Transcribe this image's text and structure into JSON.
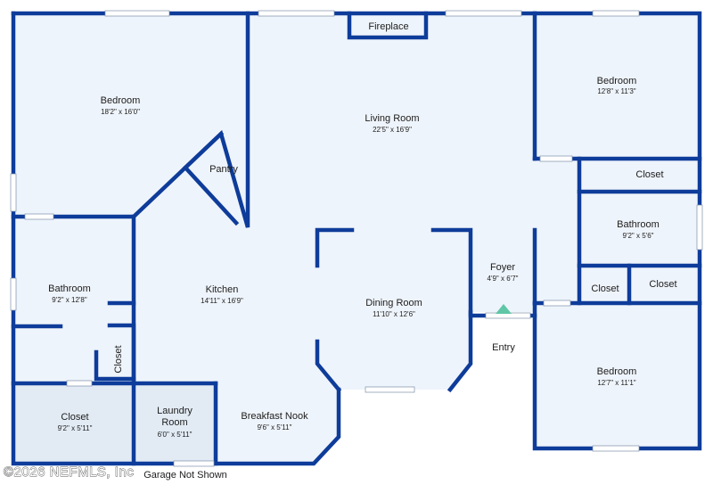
{
  "rooms": {
    "bedroom_nw": {
      "name": "Bedroom",
      "dims": "18'2\" x 16'0\""
    },
    "living_room": {
      "name": "Living Room",
      "dims": "22'5\" x 16'9\""
    },
    "fireplace": {
      "name": "Fireplace"
    },
    "bedroom_ne": {
      "name": "Bedroom",
      "dims": "12'8\" x 11'3\""
    },
    "pantry": {
      "name": "Pantry"
    },
    "closet_ne": {
      "name": "Closet"
    },
    "bathroom_e": {
      "name": "Bathroom",
      "dims": "9'2\" x 5'6\""
    },
    "bathroom_w": {
      "name": "Bathroom",
      "dims": "9'2\" x 12'8\""
    },
    "kitchen": {
      "name": "Kitchen",
      "dims": "14'11\" x 16'9\""
    },
    "foyer": {
      "name": "Foyer",
      "dims": "4'9\" x 6'7\""
    },
    "closet_e1": {
      "name": "Closet"
    },
    "closet_e2": {
      "name": "Closet"
    },
    "dining_room": {
      "name": "Dining Room",
      "dims": "11'10\" x 12'6\""
    },
    "closet_w_small": {
      "name": "Closet"
    },
    "bedroom_se": {
      "name": "Bedroom",
      "dims": "12'7\" x 11'1\""
    },
    "closet_sw": {
      "name": "Closet",
      "dims": "9'2\" x 5'11\""
    },
    "laundry_room": {
      "name_line1": "Laundry",
      "name_line2": "Room",
      "dims": "6'0\" x 5'11\""
    },
    "breakfast_nook": {
      "name": "Breakfast Nook",
      "dims": "9'6\" x 5'11\""
    }
  },
  "entry_label": "Entry",
  "garage_note": "Garage Not Shown",
  "watermark": "©2026 NEFMLS, Inc",
  "colors": {
    "wall": "#0e3c9a",
    "floor": "#eef4fb",
    "entry_marker": "#5fc6a6",
    "window": "#ffffff"
  }
}
